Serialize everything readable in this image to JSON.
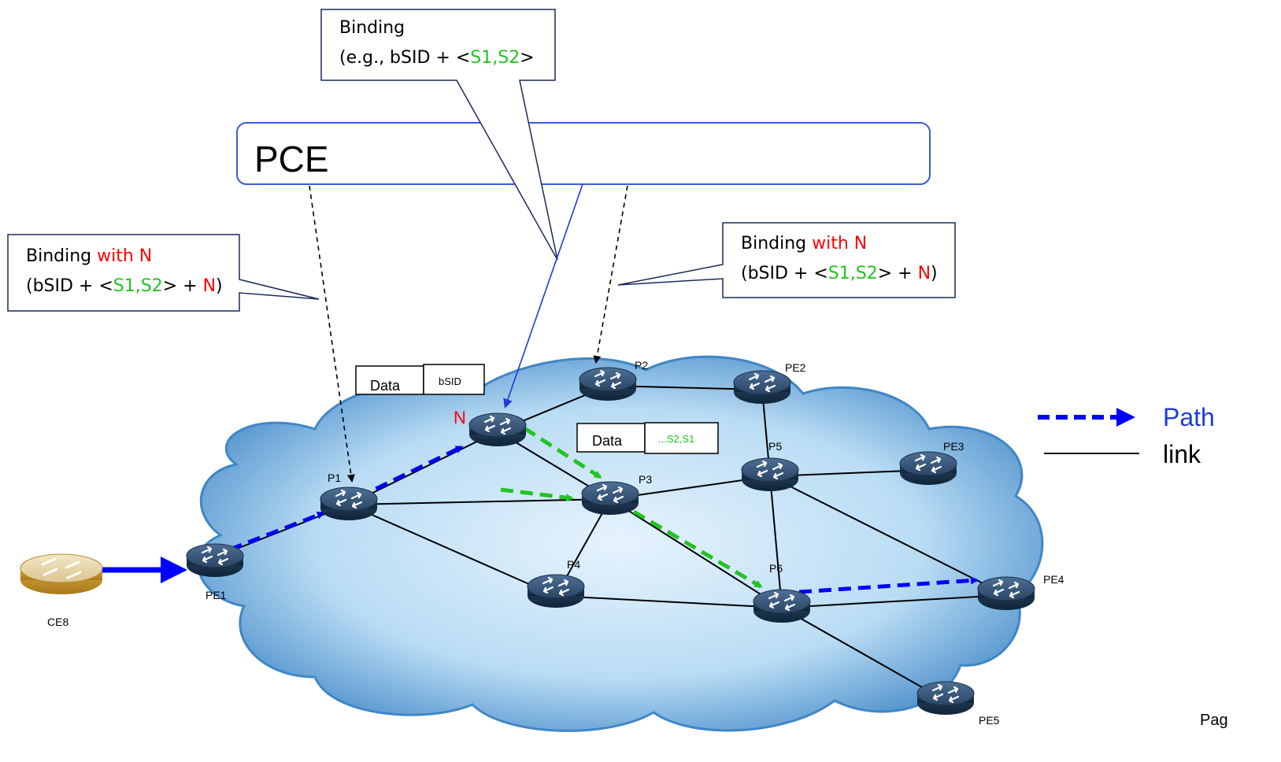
{
  "pce": {
    "label": "PCE"
  },
  "callout_top": {
    "line1": "Binding",
    "line2_prefix": "(e.g., bSID + <",
    "line2_sids": "S1,S2",
    "line2_suffix": ">"
  },
  "callout_left": {
    "line1_prefix": "Binding ",
    "line1_highlight": "with N",
    "line2_prefix": "(bSID + <",
    "line2_sids": "S1,S2",
    "line2_mid": "> + ",
    "line2_n": "N",
    "line2_suffix": ")"
  },
  "callout_right": {
    "line1_prefix": "Binding ",
    "line1_highlight": "with N",
    "line2_prefix": "(bSID + <",
    "line2_sids": "S1,S2",
    "line2_mid": "> + ",
    "line2_n": "N",
    "line2_suffix": ")"
  },
  "packet_1": {
    "data": "Data",
    "header": "bSID"
  },
  "packet_2": {
    "data": "Data",
    "header": "...S2,S1"
  },
  "nodes": {
    "N": "N",
    "P1": "P1",
    "P2": "P2",
    "P3": "P3",
    "P4": "P4",
    "P5": "P5",
    "P6": "P6",
    "PE1": "PE1",
    "PE2": "PE2",
    "PE3": "PE3",
    "PE4": "PE4",
    "PE5": "PE5",
    "CE8": "CE8"
  },
  "legend": {
    "path": "Path",
    "link": "link"
  },
  "footer": {
    "page": "Pag"
  },
  "colors": {
    "path_blue": "#0000ff",
    "segment_green": "#22c322",
    "highlight_red": "#ff0000",
    "sid_green": "#22c322",
    "pce_border": "#3b5bd6",
    "router_body": "#2f4a6b",
    "ce_router_body": "#d9a93a",
    "cloud_fill": "#a9d4f2"
  }
}
